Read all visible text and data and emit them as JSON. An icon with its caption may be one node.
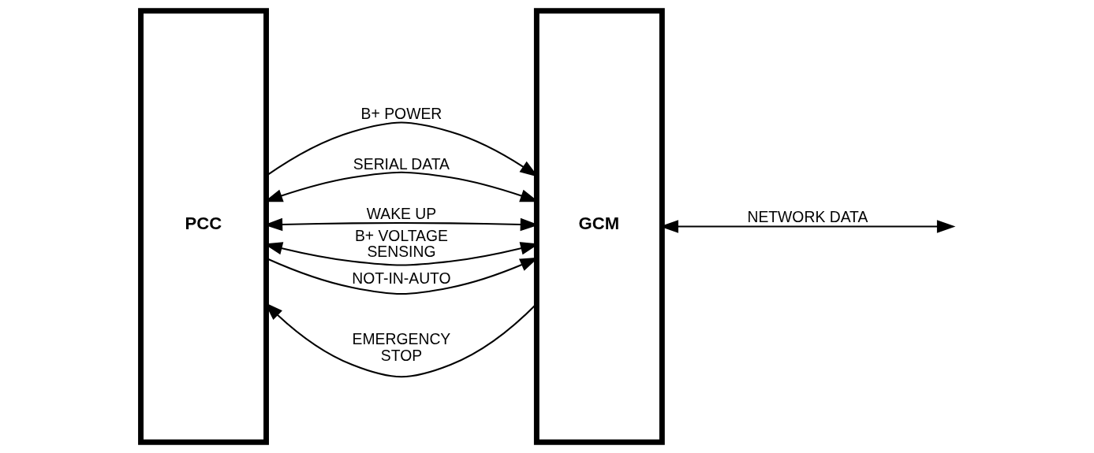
{
  "diagram": {
    "nodes": [
      {
        "text": [
          "PCC"
        ]
      },
      {
        "text": [
          "GCM"
        ]
      }
    ],
    "edges": [
      {
        "from": 0,
        "to": 1,
        "arrow": "to",
        "label": "B+ POWER"
      },
      {
        "from": 0,
        "to": 1,
        "arrow": "both",
        "label": "SERIAL DATA"
      },
      {
        "from": 1,
        "to": 0,
        "arrow": "to",
        "label": "EMERGENCY STOP"
      },
      {
        "from": 0,
        "to": 1,
        "arrow": "both",
        "label": "WAKE UP"
      },
      {
        "from": 0,
        "to": 1,
        "arrow": "both",
        "label": "B+ VOLTAGE SENSING"
      },
      {
        "from": 0,
        "to": 1,
        "arrow": "to",
        "label": "NOT-IN-AUTO"
      },
      {
        "from": 1,
        "to": null,
        "arrow": "both",
        "label": "NETWORK DATA"
      }
    ]
  }
}
